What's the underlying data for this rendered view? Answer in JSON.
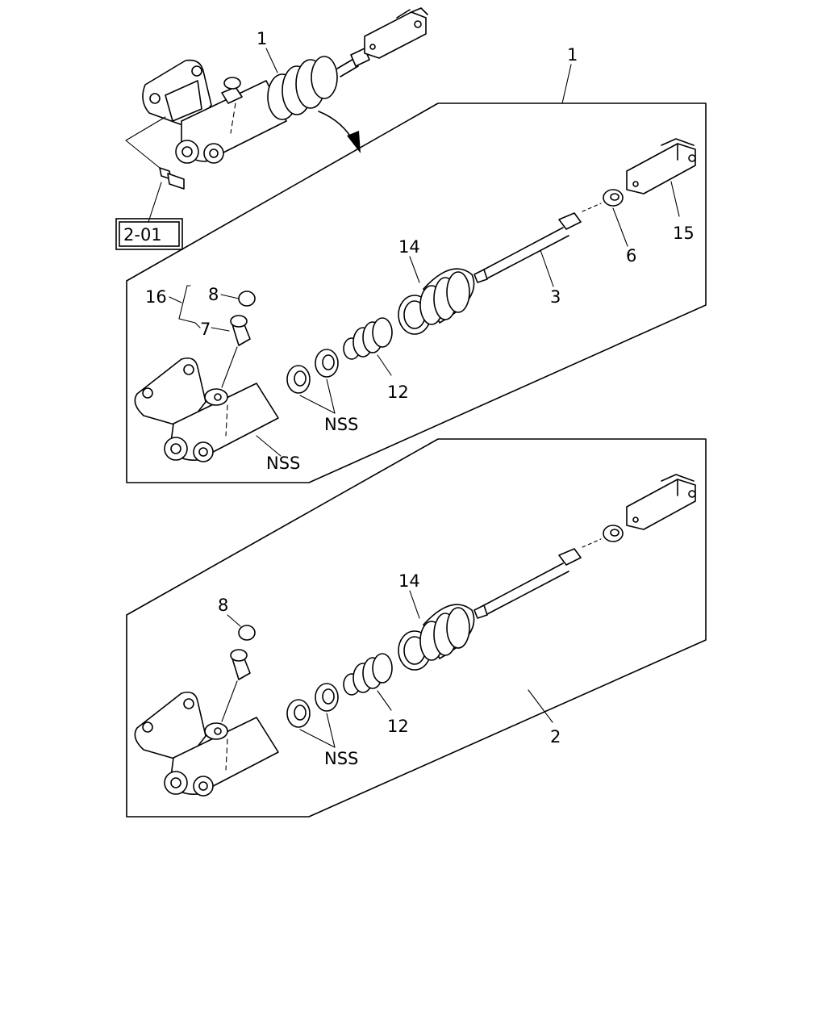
{
  "diagram": {
    "ref_box_label": "2-01",
    "top_assembly": {
      "label_1": "1"
    },
    "panel_1": {
      "label_1": "1",
      "label_3": "3",
      "label_6": "6",
      "label_7": "7",
      "label_8": "8",
      "label_12": "12",
      "label_14": "14",
      "label_15": "15",
      "label_16": "16",
      "label_nss_seals": "NSS",
      "label_nss_body": "NSS"
    },
    "panel_2": {
      "label_2": "2",
      "label_8": "8",
      "label_12": "12",
      "label_14": "14",
      "label_nss_seals": "NSS"
    }
  }
}
